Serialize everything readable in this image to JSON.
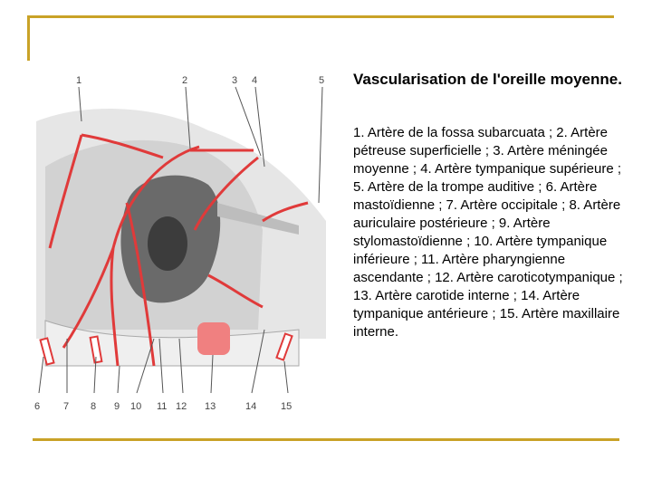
{
  "slide": {
    "title": "Vascularisation de l'oreille moyenne.",
    "caption": "1. Artère de la fossa subarcuata ; 2. Artère pétreuse superficielle ; 3. Artère méningée moyenne ; 4. Artère tympanique supérieure ; 5. Artère de la trompe auditive ; 6. Artère mastoïdienne ; 7. Artère occipitale ; 8. Artère auriculaire postérieure ; 9. Artère stylomastoïdienne ; 10. Artère tympanique inférieure ; 11. Artère pharyngienne ascendante ; 12. Artère caroticotympanique ; 13. Artère carotide interne ; 14. Artère tympanique antérieure ; 15. Artère maxillaire interne.",
    "accent_color": "#c9a227"
  },
  "figure": {
    "top_labels": [
      "1",
      "2",
      "3",
      "4",
      "5"
    ],
    "bottom_labels": [
      "6",
      "7",
      "8",
      "9",
      "10",
      "11",
      "12",
      "13",
      "14",
      "15"
    ],
    "artery_color": "#e03a3a"
  }
}
